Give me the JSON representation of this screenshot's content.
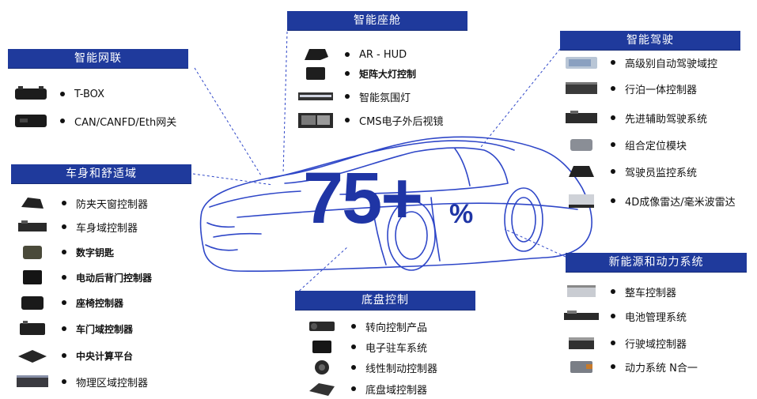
{
  "center": {
    "number": "75+",
    "percent": "%"
  },
  "categories": {
    "network": {
      "title": "智能网联",
      "items": [
        "T-BOX",
        "CAN/CANFD/Eth网关"
      ]
    },
    "body": {
      "title": "车身和舒适域",
      "items": [
        "防夹天窗控制器",
        "车身域控制器",
        "数字钥匙",
        "电动后背门控制器",
        "座椅控制器",
        "车门域控制器",
        "中央计算平台",
        "物理区域控制器"
      ]
    },
    "cockpit": {
      "title": "智能座舱",
      "items": [
        "AR - HUD",
        "矩阵大灯控制",
        "智能氛围灯",
        "CMS电子外后视镜"
      ]
    },
    "chassis": {
      "title": "底盘控制",
      "items": [
        "转向控制产品",
        "电子驻车系统",
        "线性制动控制器",
        "底盘域控制器"
      ]
    },
    "driving": {
      "title": "智能驾驶",
      "items": [
        "高级别自动驾驶域控",
        "行泊一体控制器",
        "先进辅助驾驶系统",
        "组合定位模块",
        "驾驶员监控系统",
        "4D成像雷达/毫米波雷达"
      ]
    },
    "power": {
      "title": "新能源和动力系统",
      "items": [
        "整车控制器",
        "电池管理系统",
        "行驶域控制器",
        "动力系统 N合一"
      ]
    }
  }
}
